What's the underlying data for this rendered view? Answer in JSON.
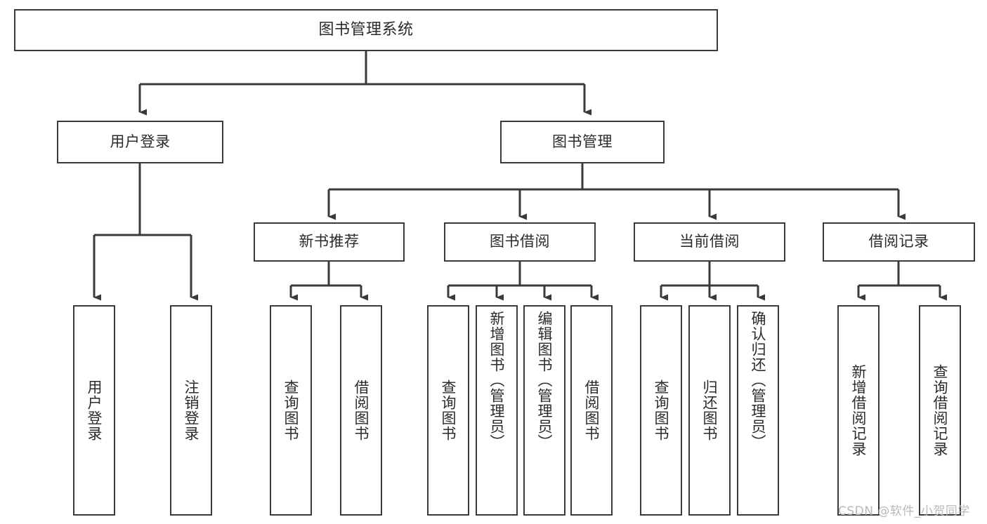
{
  "diagram": {
    "type": "tree-hierarchy",
    "title": "图书管理系统",
    "watermark": "CSDN @软件_小贺同学",
    "colors": {
      "background": "#ffffff",
      "box_border": "#3a3a3a",
      "connector": "#3a3a3a",
      "text": "#2b2b2b",
      "watermark": "#b9b9b9"
    },
    "root": {
      "label": "图书管理系统"
    },
    "level2": [
      {
        "id": "user-login",
        "label": "用户登录"
      },
      {
        "id": "book-manage",
        "label": "图书管理"
      }
    ],
    "level3": [
      {
        "id": "new-book-rec",
        "label": "新书推荐"
      },
      {
        "id": "book-borrow",
        "label": "图书借阅"
      },
      {
        "id": "current-borrow",
        "label": "当前借阅"
      },
      {
        "id": "borrow-record",
        "label": "借阅记录"
      }
    ],
    "leaves": {
      "user_login": [
        {
          "id": "leaf-user-login",
          "label": "用户登录"
        },
        {
          "id": "leaf-logout",
          "label": "注销登录"
        }
      ],
      "new_book_rec": [
        {
          "id": "leaf-query-book-1",
          "label": "查询图书"
        },
        {
          "id": "leaf-borrow-book-1",
          "label": "借阅图书"
        }
      ],
      "book_borrow": [
        {
          "id": "leaf-query-book-2",
          "label": "查询图书"
        },
        {
          "id": "leaf-add-book",
          "label": "新增图书（管理员）"
        },
        {
          "id": "leaf-edit-book",
          "label": "编辑图书（管理员）"
        },
        {
          "id": "leaf-borrow-book-2",
          "label": "借阅图书"
        }
      ],
      "current_borrow": [
        {
          "id": "leaf-query-book-3",
          "label": "查询图书"
        },
        {
          "id": "leaf-return-book",
          "label": "归还图书"
        },
        {
          "id": "leaf-confirm-return",
          "label": "确认归还（管理员）"
        }
      ],
      "borrow_record": [
        {
          "id": "leaf-add-record",
          "label": "新增借阅记录"
        },
        {
          "id": "leaf-query-record",
          "label": "查询借阅记录"
        }
      ]
    }
  }
}
